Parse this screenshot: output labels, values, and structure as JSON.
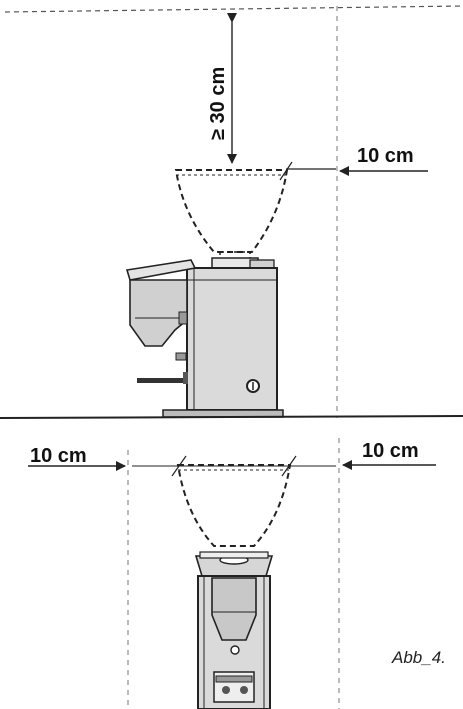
{
  "labels": {
    "top_clearance": "≥ 30 cm",
    "side_clearance_top_view": "10 cm",
    "left_clearance": "10 cm",
    "right_clearance": "10 cm"
  },
  "figure_label": "Abb_4.",
  "colors": {
    "line": "#222222",
    "machine_fill": "#dadada",
    "machine_fill_light": "#eeeeee"
  }
}
